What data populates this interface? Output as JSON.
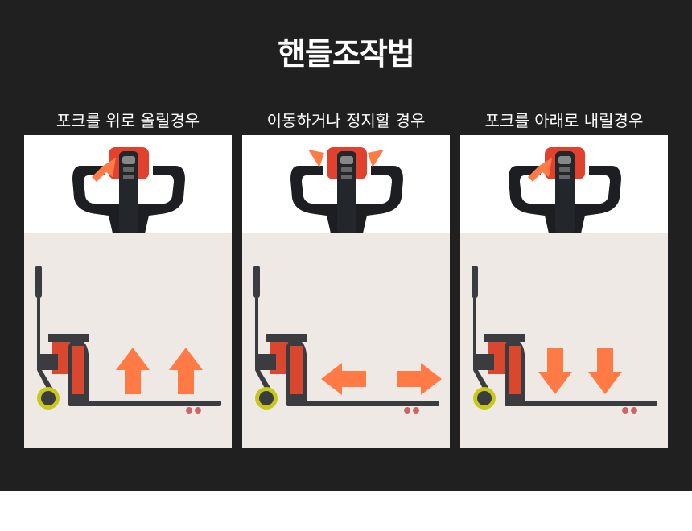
{
  "title": "핸들조작법",
  "panels": [
    {
      "label": "포크를 위로 올릴경우",
      "action": "raise"
    },
    {
      "label": "이동하거나 정지할 경우",
      "action": "move"
    },
    {
      "label": "포크를 아래로 내릴경우",
      "action": "lower"
    }
  ],
  "colors": {
    "arrow": "#ff7a45",
    "handle_red": "#e2412e",
    "background": "#202020"
  }
}
